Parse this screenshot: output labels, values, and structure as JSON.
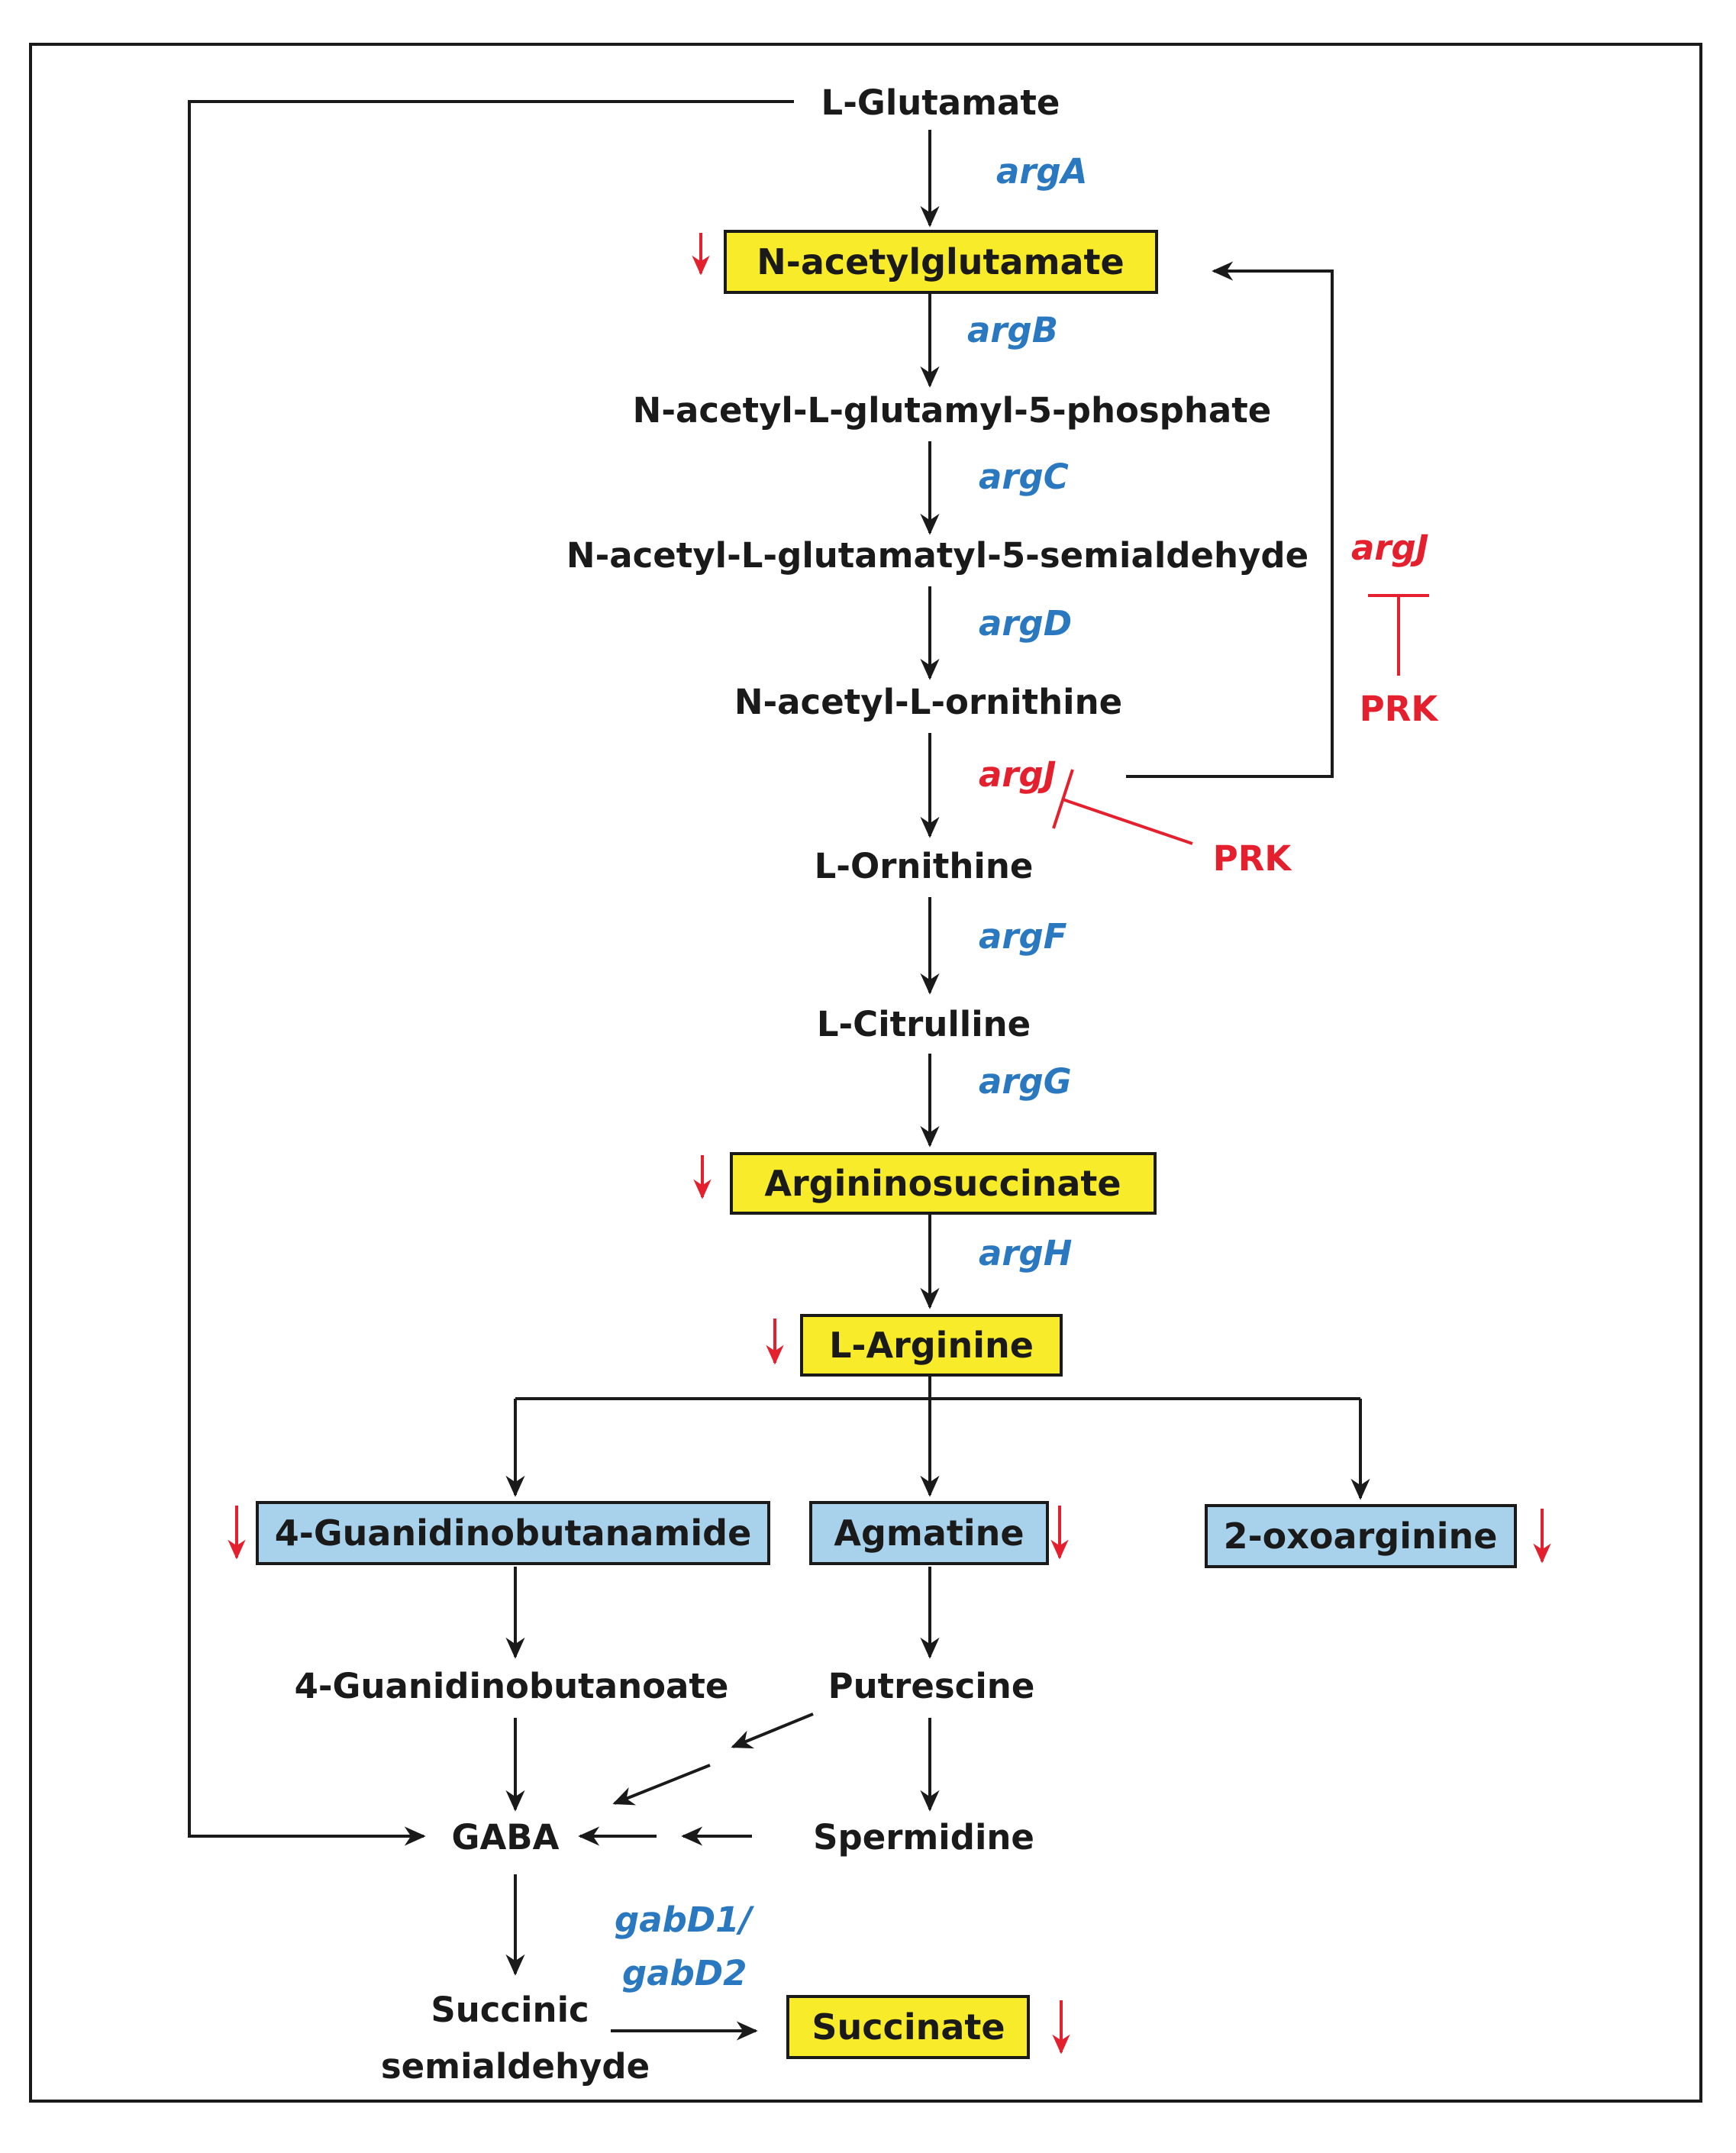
{
  "nodes": {
    "l_glutamate": "L-Glutamate",
    "n_acetylglutamate": "N-acetylglutamate",
    "n_acetyl_glutamyl_phosphate": "N-acetyl-L-glutamyl-5-phosphate",
    "n_acetyl_glutamatyl_semialdehyde": "N-acetyl-L-glutamatyl-5-semialdehyde",
    "n_acetyl_ornithine": "N-acetyl-L-ornithine",
    "l_ornithine": "L-Ornithine",
    "l_citrulline": "L-Citrulline",
    "argininosuccinate": "Argininosuccinate",
    "l_arginine": "L-Arginine",
    "guanidinobutanamide": "4-Guanidinobutanamide",
    "agmatine": "Agmatine",
    "oxoarginine": "2-oxoarginine",
    "guanidinobutanoate": "4-Guanidinobutanoate",
    "putrescine": "Putrescine",
    "gaba": "GABA",
    "spermidine": "Spermidine",
    "succinic_semialdehyde_line1": "Succinic",
    "succinic_semialdehyde_line2": "semialdehyde",
    "succinate": "Succinate"
  },
  "genes": {
    "argA": "argA",
    "argB": "argB",
    "argC": "argC",
    "argD": "argD",
    "argJ_pathway": "argJ",
    "argJ_feedback": "argJ",
    "argF": "argF",
    "argG": "argG",
    "argH": "argH",
    "gabD_line1": "gabD1/",
    "gabD_line2": "gabD2"
  },
  "inhibitors": {
    "prk_upper": "PRK",
    "prk_lower": "PRK"
  },
  "colors": {
    "highlight_yellow": "#f7eb2a",
    "highlight_blue": "#a8d2ec",
    "gene_blue": "#2a78c0",
    "inhibition_red": "#e5202e",
    "line_black": "#1a1a1a"
  }
}
